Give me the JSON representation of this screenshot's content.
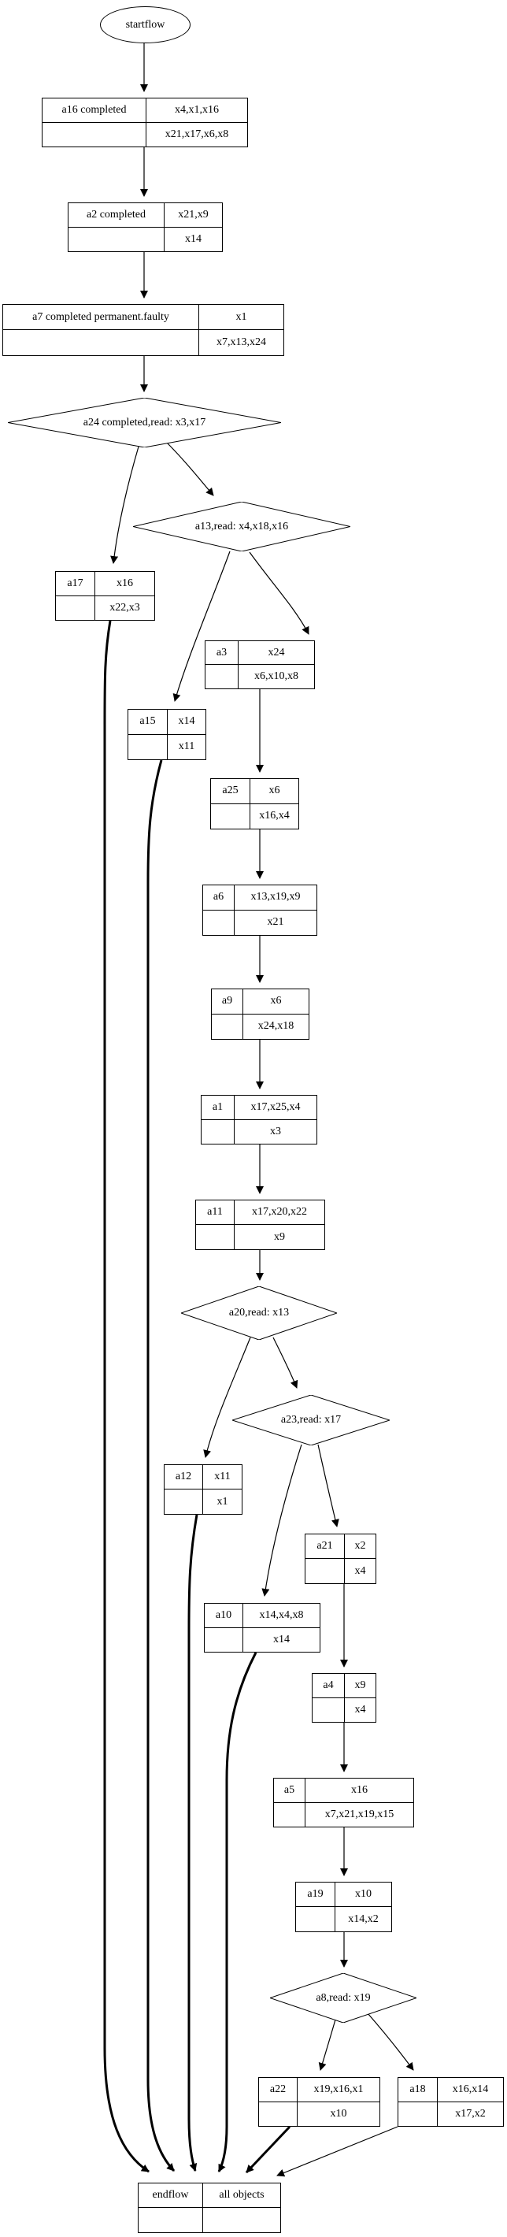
{
  "start": {
    "label": "startflow"
  },
  "records": {
    "a16": {
      "label": "a16 completed",
      "top": "x4,x1,x16",
      "bottom": "x21,x17,x6,x8"
    },
    "a2": {
      "label": "a2 completed",
      "top": "x21,x9",
      "bottom": "x14"
    },
    "a7": {
      "label": "a7 completed permanent.faulty",
      "top": "x1",
      "bottom": "x7,x13,x24"
    },
    "a17": {
      "label": "a17",
      "top": "x16",
      "bottom": "x22,x3"
    },
    "a3": {
      "label": "a3",
      "top": "x24",
      "bottom": "x6,x10,x8"
    },
    "a15": {
      "label": "a15",
      "top": "x14",
      "bottom": "x11"
    },
    "a25": {
      "label": "a25",
      "top": "x6",
      "bottom": "x16,x4"
    },
    "a6": {
      "label": "a6",
      "top": "x13,x19,x9",
      "bottom": "x21"
    },
    "a9": {
      "label": "a9",
      "top": "x6",
      "bottom": "x24,x18"
    },
    "a1": {
      "label": "a1",
      "top": "x17,x25,x4",
      "bottom": "x3"
    },
    "a11": {
      "label": "a11",
      "top": "x17,x20,x22",
      "bottom": "x9"
    },
    "a12": {
      "label": "a12",
      "top": "x11",
      "bottom": "x1"
    },
    "a21": {
      "label": "a21",
      "top": "x2",
      "bottom": "x4"
    },
    "a10": {
      "label": "a10",
      "top": "x14,x4,x8",
      "bottom": "x14"
    },
    "a4": {
      "label": "a4",
      "top": "x9",
      "bottom": "x4"
    },
    "a5": {
      "label": "a5",
      "top": "x16",
      "bottom": "x7,x21,x19,x15"
    },
    "a19": {
      "label": "a19",
      "top": "x10",
      "bottom": "x14,x2"
    },
    "a22": {
      "label": "a22",
      "top": "x19,x16,x1",
      "bottom": "x10"
    },
    "a18": {
      "label": "a18",
      "top": "x16,x14",
      "bottom": "x17,x2"
    }
  },
  "decisions": {
    "a24": {
      "label": "a24 completed,read: x3,x17"
    },
    "a13": {
      "label": "a13,read: x4,x18,x16"
    },
    "a20": {
      "label": "a20,read: x13"
    },
    "a23": {
      "label": "a23,read: x17"
    },
    "a8": {
      "label": "a8,read: x19"
    }
  },
  "end": {
    "label": "endflow",
    "right": "all objects"
  },
  "colors": {
    "node_stroke": "#000000",
    "background": "#ffffff"
  }
}
